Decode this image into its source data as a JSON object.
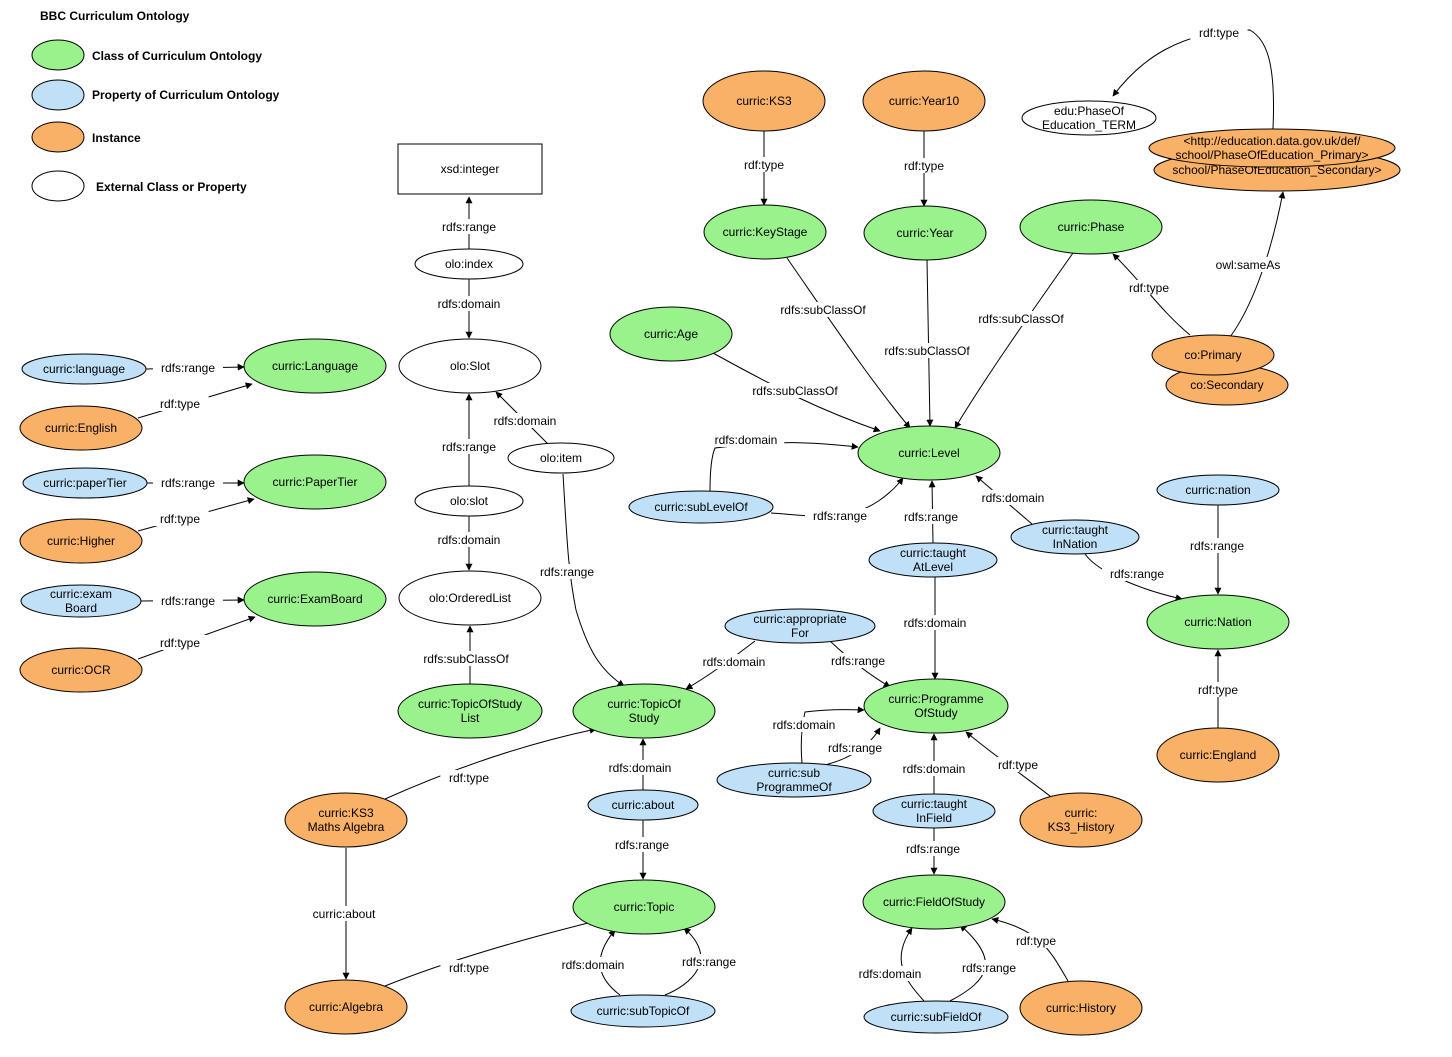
{
  "title": "BBC Curriculum Ontology",
  "colors": {
    "class": "#99f28c",
    "property": "#bfe0f7",
    "instance": "#f9b067",
    "external": "#ffffff",
    "stroke": "#000000"
  },
  "legend": [
    {
      "kind": "class",
      "label": "Class of Curriculum Ontology"
    },
    {
      "kind": "property",
      "label": "Property of Curriculum Ontology"
    },
    {
      "kind": "instance",
      "label": "Instance"
    },
    {
      "kind": "external",
      "label": "External Class or Property"
    }
  ],
  "nodes": [
    {
      "id": "xsd_integer",
      "kind": "box",
      "lines": [
        "xsd:integer"
      ]
    },
    {
      "id": "olo_index",
      "kind": "external",
      "lines": [
        "olo:index"
      ]
    },
    {
      "id": "olo_Slot",
      "kind": "external",
      "lines": [
        "olo:Slot"
      ]
    },
    {
      "id": "olo_item",
      "kind": "external",
      "lines": [
        "olo:item"
      ]
    },
    {
      "id": "olo_slot",
      "kind": "external",
      "lines": [
        "olo:slot"
      ]
    },
    {
      "id": "olo_OrderedList",
      "kind": "external",
      "lines": [
        "olo:OrderedList"
      ]
    },
    {
      "id": "curric_TopicOfStudyList",
      "kind": "class",
      "lines": [
        "curric:TopicOfStudy",
        "List"
      ]
    },
    {
      "id": "curric_language",
      "kind": "property",
      "lines": [
        "curric:language"
      ]
    },
    {
      "id": "curric_Language",
      "kind": "class",
      "lines": [
        "curric:Language"
      ]
    },
    {
      "id": "curric_English",
      "kind": "instance",
      "lines": [
        "curric:English"
      ]
    },
    {
      "id": "curric_paperTier",
      "kind": "property",
      "lines": [
        "curric:paperTier"
      ]
    },
    {
      "id": "curric_PaperTier",
      "kind": "class",
      "lines": [
        "curric:PaperTier"
      ]
    },
    {
      "id": "curric_Higher",
      "kind": "instance",
      "lines": [
        "curric:Higher"
      ]
    },
    {
      "id": "curric_examBoard",
      "kind": "property",
      "lines": [
        "curric:exam",
        "Board"
      ]
    },
    {
      "id": "curric_ExamBoard",
      "kind": "class",
      "lines": [
        "curric:ExamBoard"
      ]
    },
    {
      "id": "curric_OCR",
      "kind": "instance",
      "lines": [
        "curric:OCR"
      ]
    },
    {
      "id": "curric_KS3",
      "kind": "instance",
      "lines": [
        "curric:KS3"
      ]
    },
    {
      "id": "curric_Year10",
      "kind": "instance",
      "lines": [
        "curric:Year10"
      ]
    },
    {
      "id": "curric_KeyStage",
      "kind": "class",
      "lines": [
        "curric:KeyStage"
      ]
    },
    {
      "id": "curric_Year",
      "kind": "class",
      "lines": [
        "curric:Year"
      ]
    },
    {
      "id": "curric_Phase",
      "kind": "class",
      "lines": [
        "curric:Phase"
      ]
    },
    {
      "id": "curric_Age",
      "kind": "class",
      "lines": [
        "curric:Age"
      ]
    },
    {
      "id": "curric_Level",
      "kind": "class",
      "lines": [
        "curric:Level"
      ]
    },
    {
      "id": "curric_subLevelOf",
      "kind": "property",
      "lines": [
        "curric:subLevelOf"
      ]
    },
    {
      "id": "edu_PhaseOfEducation_TERM",
      "kind": "external",
      "lines": [
        "edu:PhaseOf",
        "Education_TERM"
      ]
    },
    {
      "id": "school_Secondary",
      "kind": "instance",
      "lines": [
        "school/PhaseOfEducation_Secondary>"
      ]
    },
    {
      "id": "school_Primary",
      "kind": "instance",
      "lines": [
        "<http://education.data.gov.uk/def/",
        "school/PhaseOfEducation_Primary>"
      ]
    },
    {
      "id": "co_Secondary",
      "kind": "instance",
      "lines": [
        "co:Secondary"
      ]
    },
    {
      "id": "co_Primary",
      "kind": "instance",
      "lines": [
        "co:Primary"
      ]
    },
    {
      "id": "curric_taughtInNation",
      "kind": "property",
      "lines": [
        "curric:taught",
        "InNation"
      ]
    },
    {
      "id": "curric_nation",
      "kind": "property",
      "lines": [
        "curric:nation"
      ]
    },
    {
      "id": "curric_Nation",
      "kind": "class",
      "lines": [
        "curric:Nation"
      ]
    },
    {
      "id": "curric_England",
      "kind": "instance",
      "lines": [
        "curric:England"
      ]
    },
    {
      "id": "curric_taughtAtLevel",
      "kind": "property",
      "lines": [
        "curric:taught",
        "AtLevel"
      ]
    },
    {
      "id": "curric_appropriateFor",
      "kind": "property",
      "lines": [
        "curric:appropriate",
        "For"
      ]
    },
    {
      "id": "curric_TopicOfStudy",
      "kind": "class",
      "lines": [
        "curric:TopicOf",
        "Study"
      ]
    },
    {
      "id": "curric_ProgrammeOfStudy",
      "kind": "class",
      "lines": [
        "curric:Programme",
        "OfStudy"
      ]
    },
    {
      "id": "curric_subProgrammeOf",
      "kind": "property",
      "lines": [
        "curric:sub",
        "ProgrammeOf"
      ]
    },
    {
      "id": "curric_KS3_History",
      "kind": "instance",
      "lines": [
        "curric:",
        "KS3_History"
      ]
    },
    {
      "id": "curric_taughtInField",
      "kind": "property",
      "lines": [
        "curric:taught",
        "InField"
      ]
    },
    {
      "id": "curric_FieldOfStudy",
      "kind": "class",
      "lines": [
        "curric:FieldOfStudy"
      ]
    },
    {
      "id": "curric_subFieldOf",
      "kind": "property",
      "lines": [
        "curric:subFieldOf"
      ]
    },
    {
      "id": "curric_History",
      "kind": "instance",
      "lines": [
        "curric:History"
      ]
    },
    {
      "id": "curric_KS3MathsAlgebra",
      "kind": "instance",
      "lines": [
        "curric:KS3",
        "Maths Algebra"
      ]
    },
    {
      "id": "curric_about",
      "kind": "property",
      "lines": [
        "curric:about"
      ]
    },
    {
      "id": "curric_Topic",
      "kind": "class",
      "lines": [
        "curric:Topic"
      ]
    },
    {
      "id": "curric_Algebra",
      "kind": "instance",
      "lines": [
        "curric:Algebra"
      ]
    },
    {
      "id": "curric_subTopicOf",
      "kind": "property",
      "lines": [
        "curric:subTopicOf"
      ]
    }
  ],
  "edges": [
    {
      "id": "e_index_range",
      "label": "rdfs:range"
    },
    {
      "id": "e_index_domain",
      "label": "rdfs:domain"
    },
    {
      "id": "e_slot_range",
      "label": "rdfs:range"
    },
    {
      "id": "e_item_domain",
      "label": "rdfs:domain"
    },
    {
      "id": "e_item_range",
      "label": "rdfs:range"
    },
    {
      "id": "e_slot_domain",
      "label": "rdfs:domain"
    },
    {
      "id": "e_tosl_subclass",
      "label": "rdfs:subClassOf"
    },
    {
      "id": "e_language_range",
      "label": "rdfs:range"
    },
    {
      "id": "e_english_type",
      "label": "rdf:type"
    },
    {
      "id": "e_papertier_range",
      "label": "rdfs:range"
    },
    {
      "id": "e_higher_type",
      "label": "rdf:type"
    },
    {
      "id": "e_examboard_range",
      "label": "rdfs:range"
    },
    {
      "id": "e_ocr_type",
      "label": "rdf:type"
    },
    {
      "id": "e_ks3_type",
      "label": "rdf:type"
    },
    {
      "id": "e_year10_type",
      "label": "rdf:type"
    },
    {
      "id": "e_keystage_subclass",
      "label": "rdfs:subClassOf"
    },
    {
      "id": "e_year_subclass",
      "label": "rdfs:subClassOf"
    },
    {
      "id": "e_phase_subclass",
      "label": "rdfs:subClassOf"
    },
    {
      "id": "e_age_subclass",
      "label": "rdfs:subClassOf"
    },
    {
      "id": "e_sublevel_domain",
      "label": "rdfs:domain"
    },
    {
      "id": "e_sublevel_range",
      "label": "rdfs:range"
    },
    {
      "id": "e_primary_rdftype",
      "label": "rdf:type"
    },
    {
      "id": "e_coprimary_type",
      "label": "rdf:type"
    },
    {
      "id": "e_coprimary_sameas",
      "label": "owl:sameAs"
    },
    {
      "id": "e_taughtinnation_domain",
      "label": "rdfs:domain"
    },
    {
      "id": "e_taughtinnation_range",
      "label": "rdfs:range"
    },
    {
      "id": "e_nation_range",
      "label": "rdfs:range"
    },
    {
      "id": "e_england_type",
      "label": "rdf:type"
    },
    {
      "id": "e_taughtatlevel_range",
      "label": "rdfs:range"
    },
    {
      "id": "e_taughtatlevel_domain",
      "label": "rdfs:domain"
    },
    {
      "id": "e_appropriate_domain",
      "label": "rdfs:domain"
    },
    {
      "id": "e_appropriate_range",
      "label": "rdfs:range"
    },
    {
      "id": "e_subprog_domain",
      "label": "rdfs:domain"
    },
    {
      "id": "e_subprog_range",
      "label": "rdfs:range"
    },
    {
      "id": "e_ks3history_type",
      "label": "rdf:type"
    },
    {
      "id": "e_taughtinfield_domain",
      "label": "rdfs:domain"
    },
    {
      "id": "e_taughtinfield_range",
      "label": "rdfs:range"
    },
    {
      "id": "e_subfield_domain",
      "label": "rdfs:domain"
    },
    {
      "id": "e_subfield_range",
      "label": "rdfs:range"
    },
    {
      "id": "e_history_type",
      "label": "rdf:type"
    },
    {
      "id": "e_ks3maths_type",
      "label": "rdf:type"
    },
    {
      "id": "e_ks3maths_about",
      "label": "curric:about"
    },
    {
      "id": "e_about_domain",
      "label": "rdfs:domain"
    },
    {
      "id": "e_about_range",
      "label": "rdfs:range"
    },
    {
      "id": "e_algebra_type",
      "label": "rdf:type"
    },
    {
      "id": "e_subtopic_domain",
      "label": "rdfs:domain"
    },
    {
      "id": "e_subtopic_range",
      "label": "rdfs:range"
    }
  ]
}
